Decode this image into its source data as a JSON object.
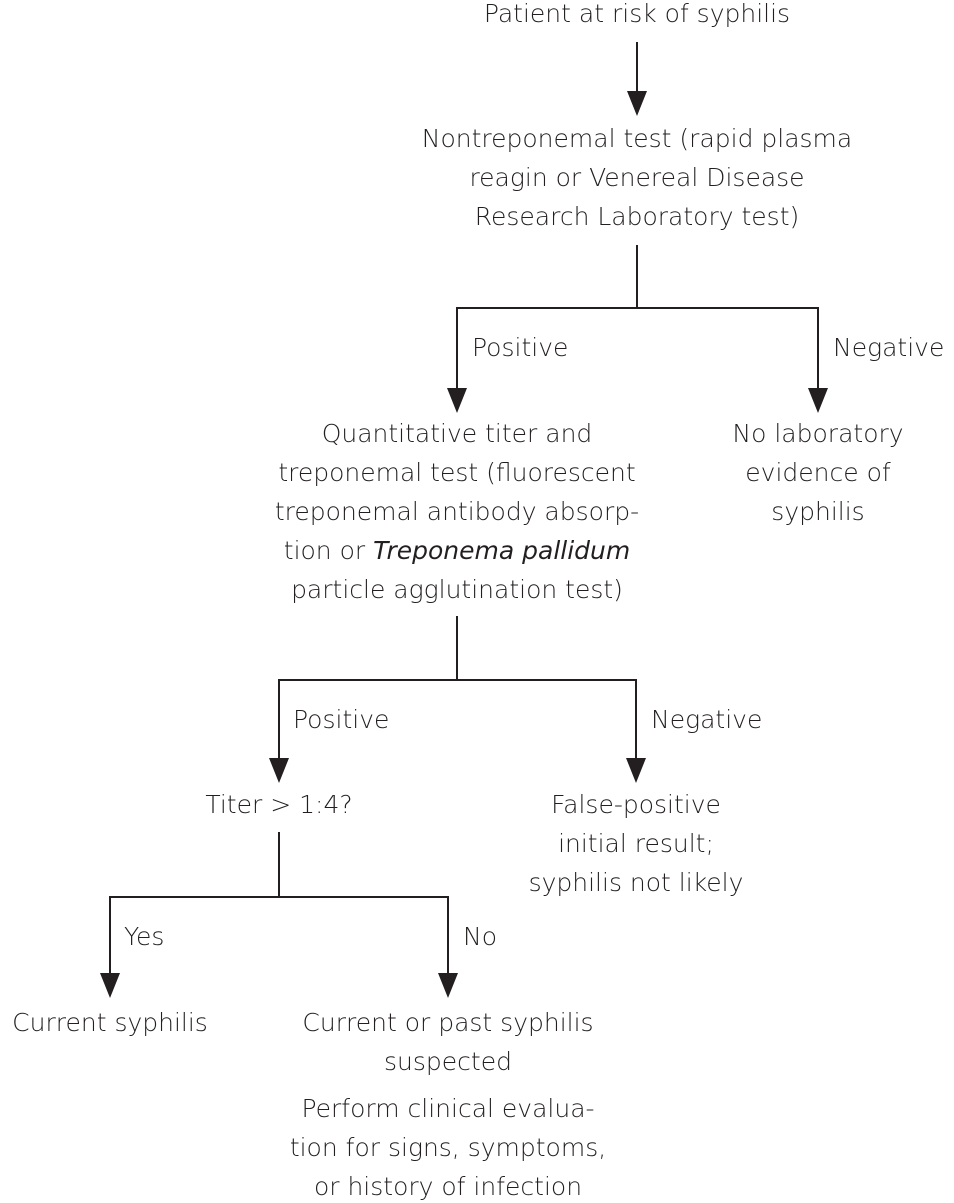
{
  "nodes": {
    "start": {
      "lines": [
        "Patient at risk of syphilis"
      ]
    },
    "nontreponemal": {
      "lines": [
        "Nontreponemal test (rapid plasma",
        "reagin or Venereal Disease",
        "Research Laboratory test)"
      ]
    },
    "quantitative": {
      "lines": [
        "Quantitative titer and",
        "treponemal test (fluorescent",
        "treponemal antibody absorp-"
      ],
      "line4_pre": "tion or ",
      "line4_italic": "Treponema pallidum",
      "line5": "particle agglutination test)"
    },
    "no_evidence": {
      "lines": [
        "No laboratory",
        "evidence of",
        "syphilis"
      ]
    },
    "titer": {
      "lines": [
        "Titer > 1:4?"
      ]
    },
    "false_positive": {
      "lines": [
        "False-positive",
        "initial result;",
        "syphilis not likely"
      ]
    },
    "current": {
      "lines": [
        "Current syphilis"
      ]
    },
    "current_or_past": {
      "lines": [
        "Current or past syphilis",
        "suspected"
      ]
    },
    "evaluate": {
      "lines": [
        "Perform clinical evalua-",
        "tion for signs, symptoms,",
        "or history of infection"
      ]
    }
  },
  "edges": {
    "pos1": "Positive",
    "neg1": "Negative",
    "pos2": "Positive",
    "neg2": "Negative",
    "yes": "Yes",
    "no": "No"
  }
}
